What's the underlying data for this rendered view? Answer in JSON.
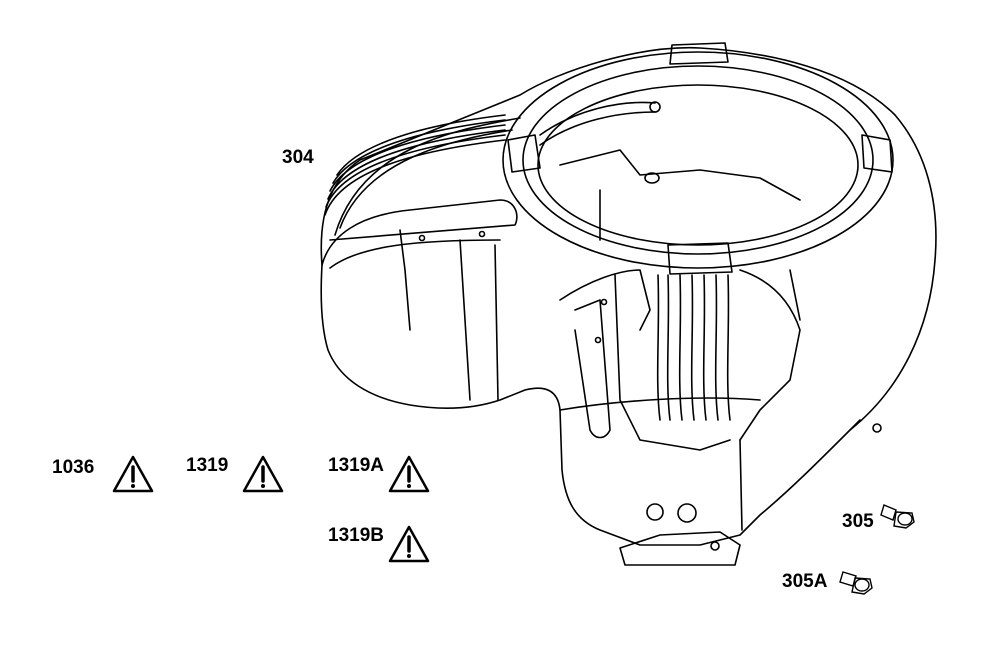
{
  "callouts": {
    "shroud": "304",
    "bolt": "305",
    "bolt_alt": "305A"
  },
  "warnings": [
    {
      "label": "1036",
      "icon": "warning-triangle-icon"
    },
    {
      "label": "1319",
      "icon": "warning-triangle-icon"
    },
    {
      "label": "1319A",
      "icon": "warning-triangle-icon"
    },
    {
      "label": "1319B",
      "icon": "warning-triangle-icon"
    }
  ]
}
